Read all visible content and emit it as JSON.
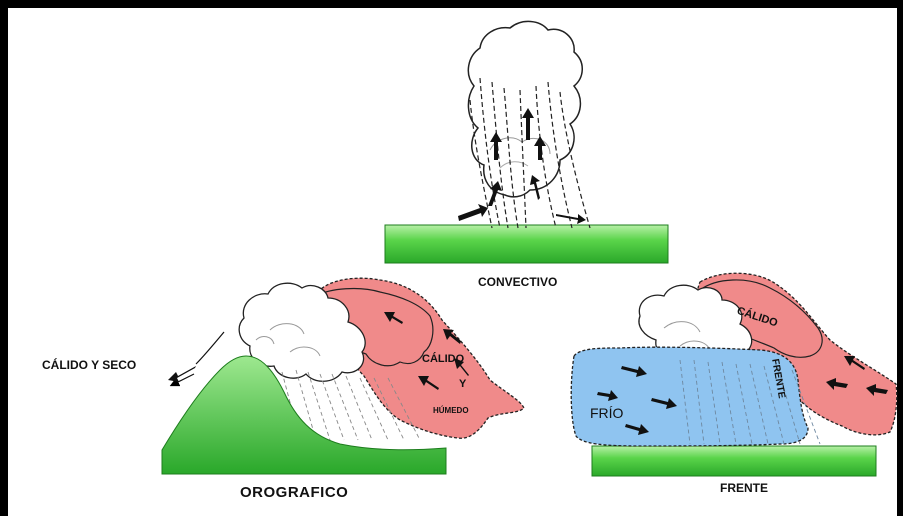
{
  "labels": {
    "convectivo": "CONVECTIVO",
    "orografico": "OROGRAFICO",
    "frente": "FRENTE",
    "calido_seco": "CÁLIDO Y SECO",
    "calido_y": "CÁLIDO",
    "y": "Y",
    "humedo": "HÚMEDO",
    "frio": "FRÍO",
    "calido_front": "CÁLIDO",
    "frente_tag": "FRENTE"
  },
  "colors": {
    "ground_green": "#3ec43e",
    "warm_air": "#f08a8a",
    "cold_air": "#8fc4f0",
    "frame": "#000000"
  }
}
